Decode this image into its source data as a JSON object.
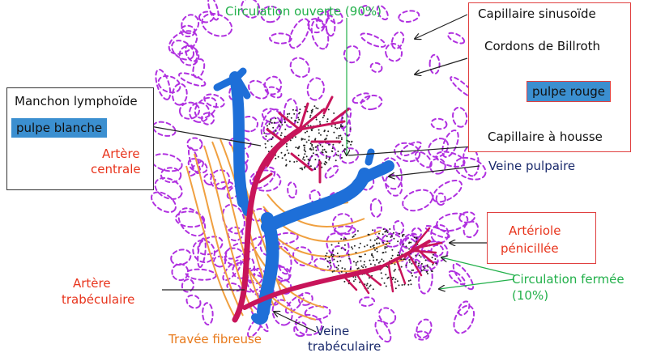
{
  "colors": {
    "artery": "#c8145a",
    "vein": "#1e6fd8",
    "trabecula": "#f0a040",
    "sinusoid": "#b030e0",
    "white_pulp_dots": "#222222",
    "box_red": "#e04040",
    "label_red": "#e8341c",
    "label_green": "#22b04a",
    "label_navy": "#1a2a6c",
    "label_orange": "#e87a1c",
    "highlight_blue": "#3b8fd0"
  },
  "labels": {
    "circulation_ouverte": "Circulation ouverte (90%)",
    "capillaire_sinusoide": "Capillaire sinusoïde",
    "cordons_billroth": "Cordons de Billroth",
    "pulpe_rouge": "pulpe rouge",
    "manchon_lymphoide": "Manchon lymphoïde",
    "pulpe_blanche": "pulpe blanche",
    "artere_centrale": [
      "Artère",
      "centrale"
    ],
    "capillaire_housse": "Capillaire à housse",
    "veine_pulpaire": "Veine pulpaire",
    "arteriole_penicillee": [
      "Artériole",
      "pénicillée"
    ],
    "circulation_fermee": [
      "Circulation fermée",
      "(10%)"
    ],
    "artere_trabeculaire": [
      "Artère",
      "trabéculaire"
    ],
    "travee_fibreuse": "Travée fibreuse",
    "veine_trabeculaire": [
      "Veine",
      "trabéculaire"
    ]
  }
}
